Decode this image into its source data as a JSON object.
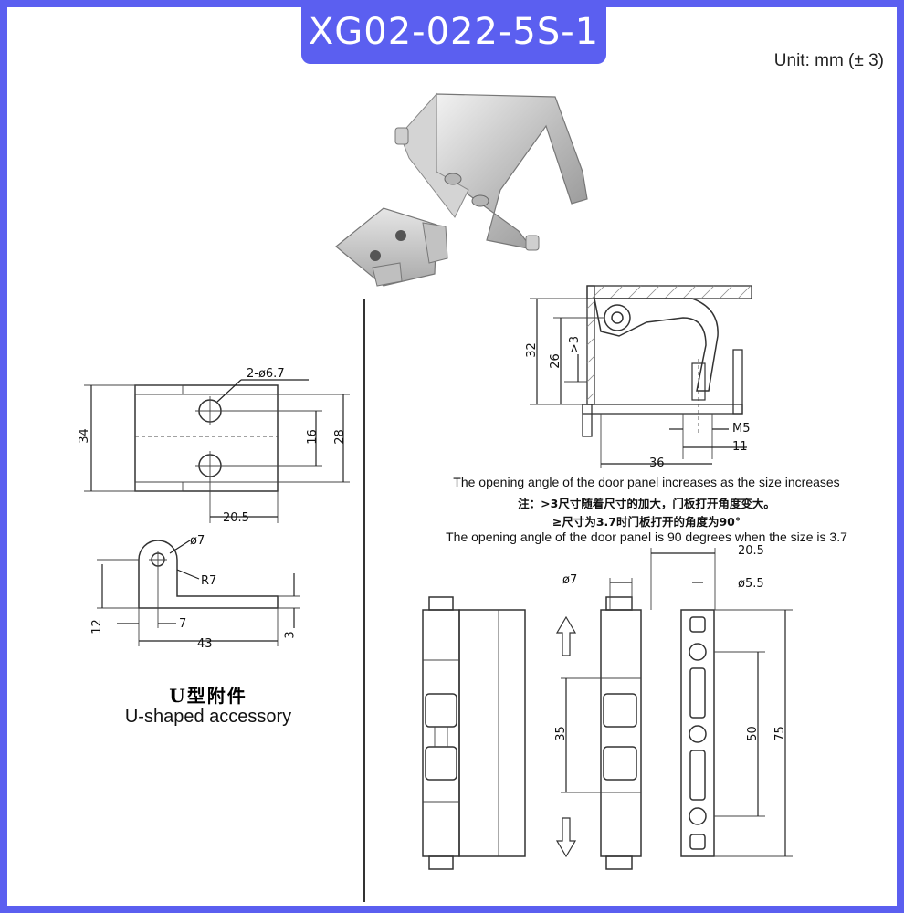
{
  "title": "XG02-022-5S-1",
  "unit": "Unit: mm (± 3)",
  "front_view": {
    "holes": "2-ø6.7",
    "height_outer": "34",
    "height_inner": "28",
    "hole_spacing": "16",
    "hole_offset": "20.5"
  },
  "side_view": {
    "diameter": "ø7",
    "radius": "R7",
    "height": "12",
    "offset": "7",
    "length": "43",
    "thickness": "3"
  },
  "accessory": {
    "label_cn": "U型附件",
    "label_en": "U-shaped accessory"
  },
  "section_view": {
    "h32": "32",
    "h26": "26",
    "gt3": ">3",
    "m5": "M5",
    "w36": "36",
    "w11": "11"
  },
  "notes": {
    "en1": "The opening angle of the door panel increases as the size increases",
    "cn1": "注：>3尺寸随着尺寸的加大，门板打开角度变大。",
    "cn2": "≥尺寸为3.7时门板打开的角度为90°",
    "en2": "The opening angle of the door panel is 90 degrees when the size is 3.7"
  },
  "bottom_view": {
    "w20_5": "20.5",
    "d7": "ø7",
    "d5_5": "ø5.5",
    "h35": "35",
    "h50": "50",
    "h75": "75"
  },
  "colors": {
    "frame": "#5b5ff0",
    "metal": "#c9c9c9"
  }
}
